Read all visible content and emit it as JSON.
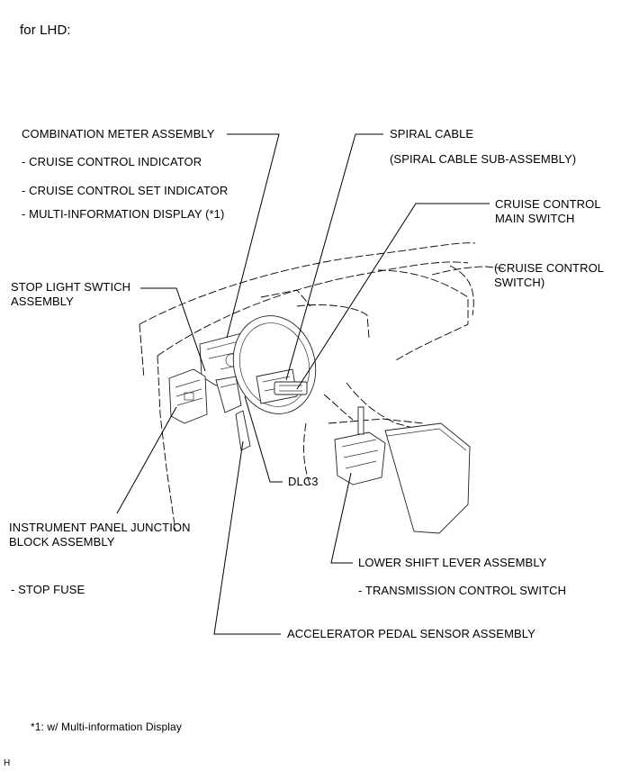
{
  "header": "for LHD:",
  "labels": {
    "combination_meter": "COMBINATION METER ASSEMBLY",
    "cruise_indicator": "- CRUISE CONTROL INDICATOR",
    "cruise_set_indicator": "- CRUISE CONTROL SET INDICATOR",
    "multi_info_display": "- MULTI-INFORMATION DISPLAY   (*1)",
    "spiral_cable": "SPIRAL CABLE",
    "spiral_cable_sub": "(SPIRAL CABLE SUB-ASSEMBLY)",
    "cruise_main_switch_1": "CRUISE CONTROL",
    "cruise_main_switch_2": "MAIN SWITCH",
    "cruise_switch_1": "(CRUISE CONTROL",
    "cruise_switch_2": "SWITCH)",
    "stop_light_1": "STOP LIGHT SWTICH",
    "stop_light_2": "ASSEMBLY",
    "dlc3": "DLC3",
    "ipjb_1": "INSTRUMENT PANEL JUNCTION",
    "ipjb_2": "BLOCK ASSEMBLY",
    "stop_fuse": "- STOP FUSE",
    "lower_shift": "LOWER SHIFT LEVER ASSEMBLY",
    "trans_switch": "- TRANSMISSION CONTROL SWITCH",
    "accel_pedal": "ACCELERATOR PEDAL SENSOR ASSEMBLY"
  },
  "footnote": "*1: w/ Multi-information Display",
  "corner_mark": "H"
}
